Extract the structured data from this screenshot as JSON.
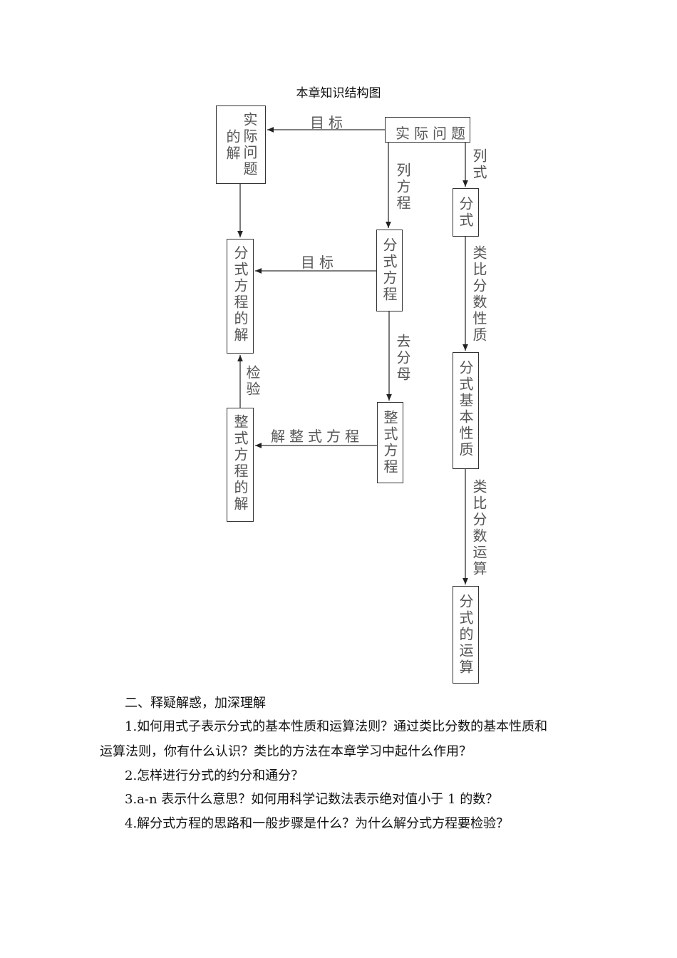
{
  "diagram": {
    "title": "本章知识结构图",
    "nodes": {
      "practical_problem": "实际问题",
      "practical_solution_col1": "实际问题",
      "practical_solution_col2": "的解",
      "fractional_eq": "分式方程",
      "fractional_eq_solution": "分式方程的解",
      "integral_eq": "整式方程",
      "integral_eq_solution": "整式方程的解",
      "fraction": "分式",
      "fraction_basic_property": "分式基本性质",
      "fraction_operations": "分式的运算"
    },
    "edges": {
      "goal_top": "目标",
      "goal_middle": "目标",
      "set_equation": "列方程",
      "set_expression": "列式",
      "remove_denominator": "去分母",
      "solve_integral_eq": "解整式方程",
      "verify": "检验",
      "analogy_fraction_property": "类比分数性质",
      "analogy_fraction_operation": "类比分数运算"
    }
  },
  "section": {
    "heading": "二、释疑解惑，加深理解",
    "q1_line1": "1.如何用式子表示分式的基本性质和运算法则？通过类比分数的基本性质和",
    "q1_line2": "运算法则，你有什么认识？类比的方法在本章学习中起什么作用？",
    "q2": "2.怎样进行分式的约分和通分？",
    "q3": "3.a-n 表示什么意思？如何用科学记数法表示绝对值小于 1 的数？",
    "q4": "4.解分式方程的思路和一般步骤是什么？为什么解分式方程要检验？"
  }
}
